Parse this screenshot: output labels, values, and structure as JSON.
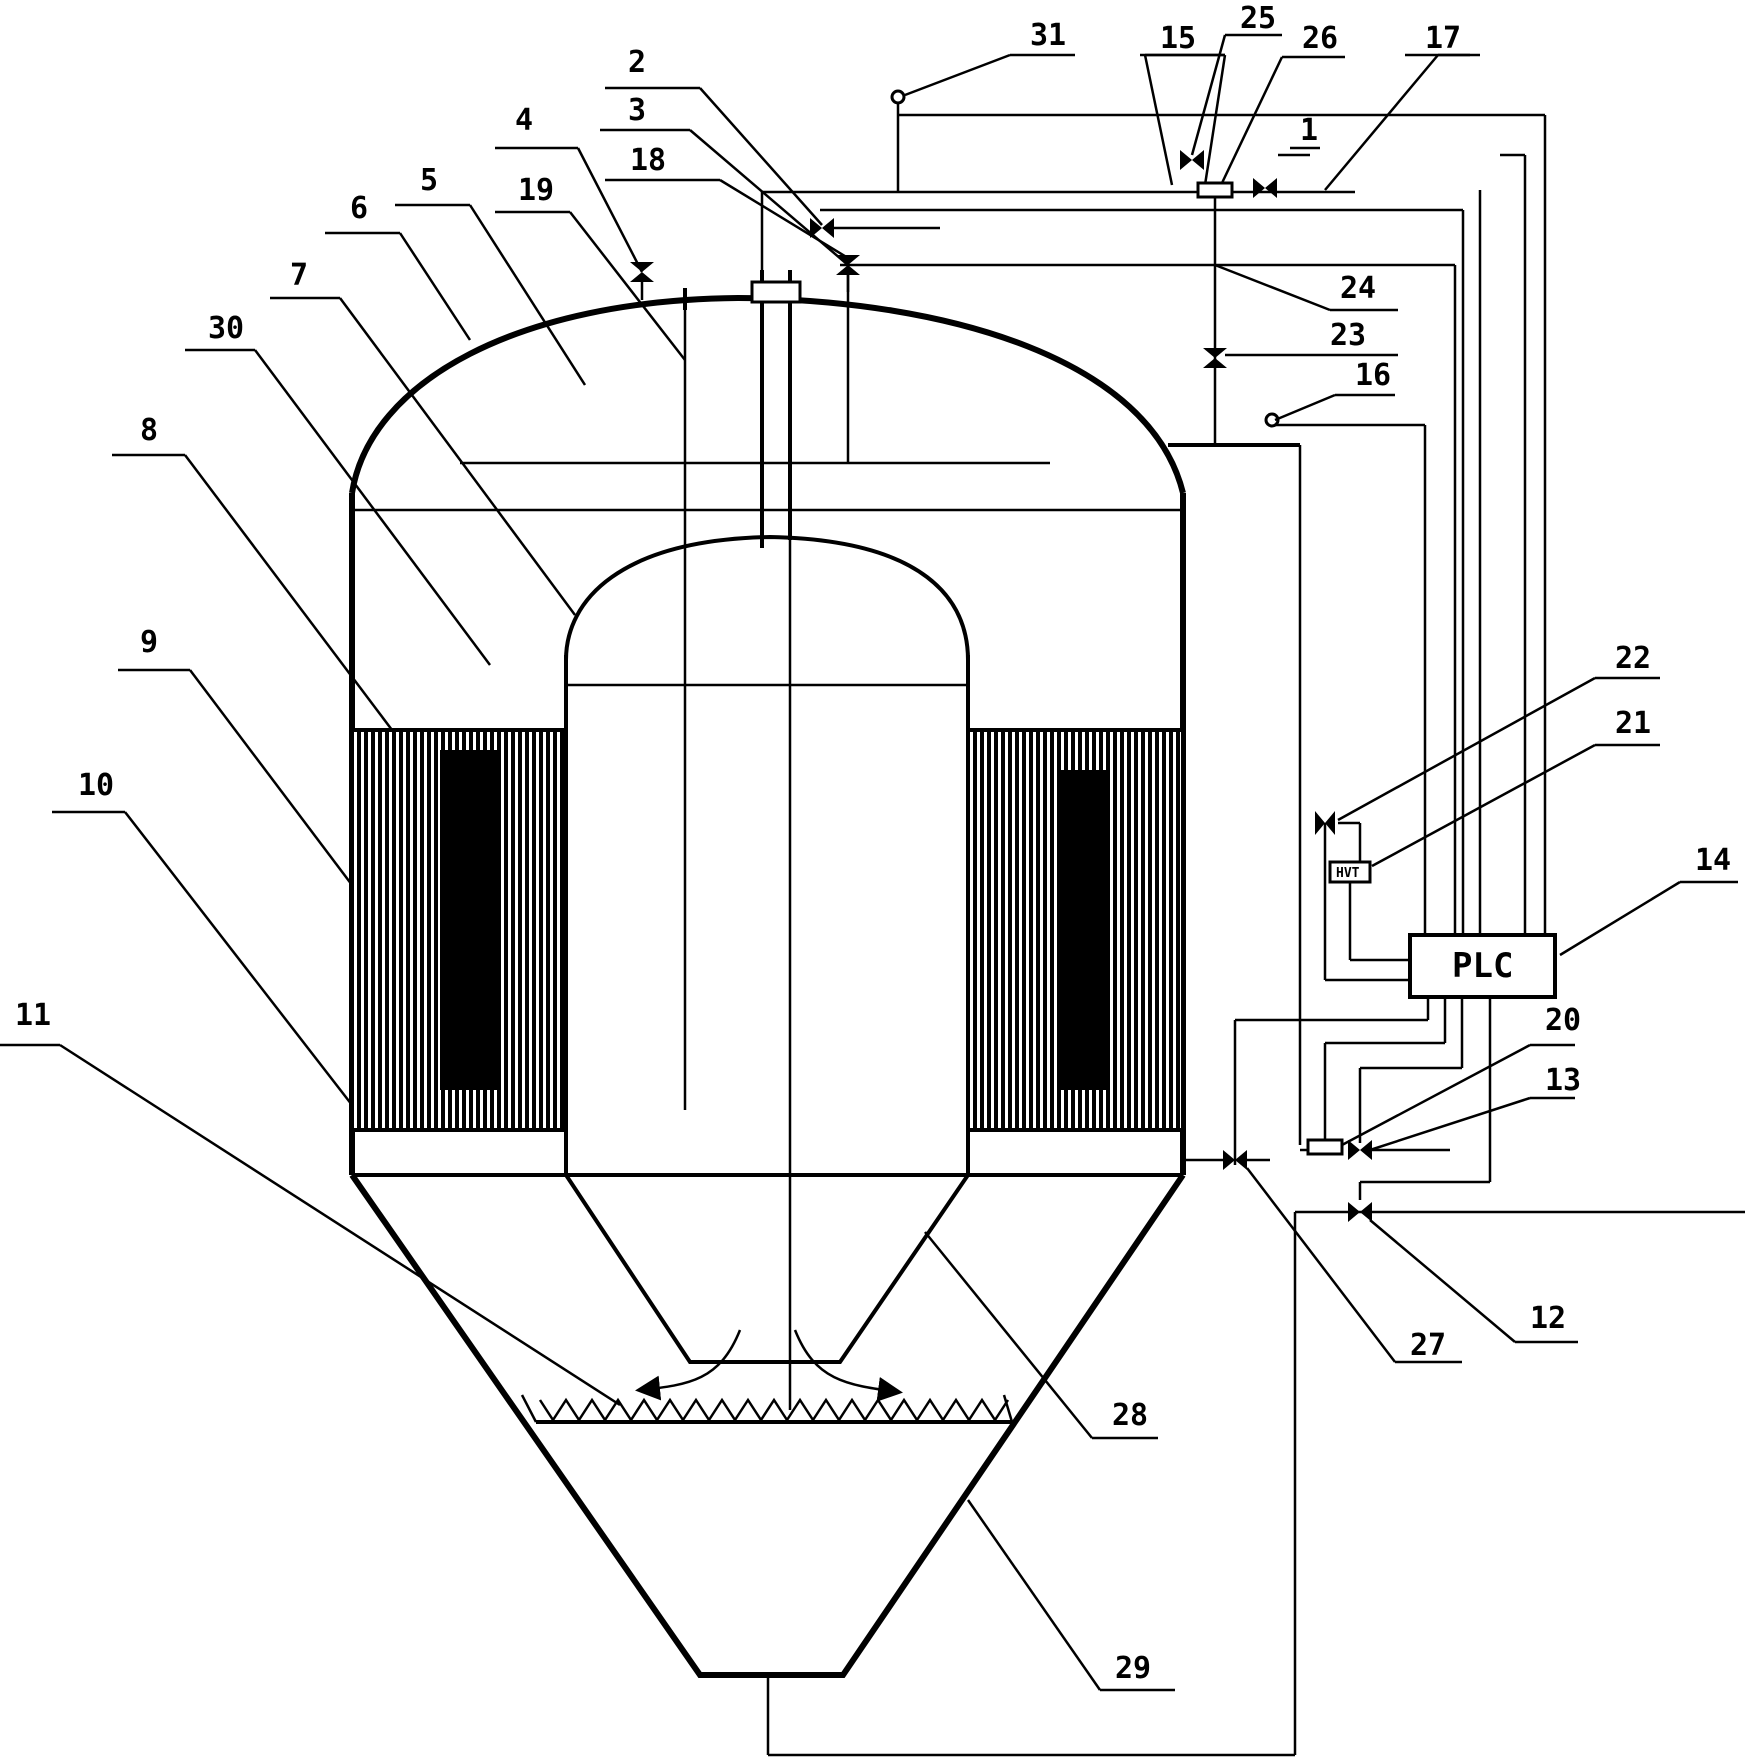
{
  "diagram": {
    "controller_label": "PLC",
    "meter_label": "HVT",
    "callouts": [
      {
        "id": "c1",
        "label": "1"
      },
      {
        "id": "c2",
        "label": "2"
      },
      {
        "id": "c3",
        "label": "3"
      },
      {
        "id": "c4",
        "label": "4"
      },
      {
        "id": "c5",
        "label": "5"
      },
      {
        "id": "c6",
        "label": "6"
      },
      {
        "id": "c7",
        "label": "7"
      },
      {
        "id": "c8",
        "label": "8"
      },
      {
        "id": "c9",
        "label": "9"
      },
      {
        "id": "c10",
        "label": "10"
      },
      {
        "id": "c11",
        "label": "11"
      },
      {
        "id": "c12",
        "label": "12"
      },
      {
        "id": "c13",
        "label": "13"
      },
      {
        "id": "c14",
        "label": "14"
      },
      {
        "id": "c15",
        "label": "15"
      },
      {
        "id": "c16",
        "label": "16"
      },
      {
        "id": "c17",
        "label": "17"
      },
      {
        "id": "c18",
        "label": "18"
      },
      {
        "id": "c19",
        "label": "19"
      },
      {
        "id": "c20",
        "label": "20"
      },
      {
        "id": "c21",
        "label": "21"
      },
      {
        "id": "c22",
        "label": "22"
      },
      {
        "id": "c23",
        "label": "23"
      },
      {
        "id": "c24",
        "label": "24"
      },
      {
        "id": "c25",
        "label": "25"
      },
      {
        "id": "c26",
        "label": "26"
      },
      {
        "id": "c27",
        "label": "27"
      },
      {
        "id": "c28",
        "label": "28"
      },
      {
        "id": "c29",
        "label": "29"
      },
      {
        "id": "c30",
        "label": "30"
      },
      {
        "id": "c31",
        "label": "31"
      }
    ]
  }
}
